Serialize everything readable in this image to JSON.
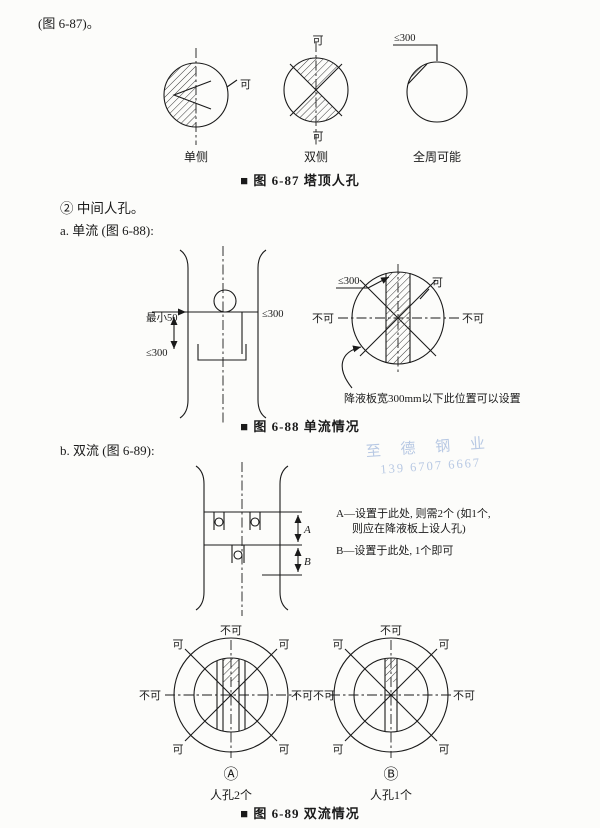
{
  "page": {
    "intro": "(图 6-87)。",
    "watermark_line1": "至 德 钢 业",
    "watermark_line2": "139 6707 6667"
  },
  "sections": {
    "middle_manhole": "② 中间人孔。",
    "sub_a": "a. 单流 (图 6-88):",
    "sub_b": "b. 双流 (图 6-89):"
  },
  "fig687": {
    "ok": "可",
    "le300": "≤300",
    "variant_single": "单侧",
    "variant_double": "双侧",
    "variant_full": "全周可能",
    "caption": "■ 图 6-87  塔顶人孔"
  },
  "fig688": {
    "min50": "最小50",
    "le300": "≤300",
    "ok": "可",
    "no": "不可",
    "note": "降液板宽300mm以下此位置可以设置",
    "caption": "■ 图 6-88  单流情况"
  },
  "fig689": {
    "dimA": "A",
    "dimB": "B",
    "noteA1": "A—设置于此处, 则需2个 (如1个,",
    "noteA2": "则应在降液板上设人孔)",
    "noteB": "B—设置于此处, 1个即可",
    "ok": "可",
    "no": "不可",
    "tagA": "Ⓐ",
    "tagB": "Ⓑ",
    "labelA": "人孔2个",
    "labelB": "人孔1个",
    "caption": "■ 图 6-89  双流情况"
  }
}
